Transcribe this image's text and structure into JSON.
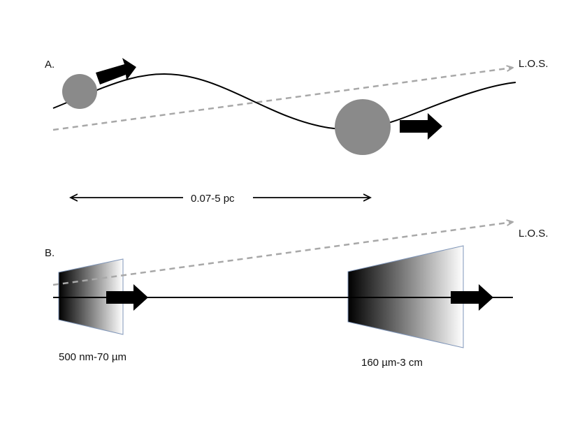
{
  "panel_a": {
    "label": "A.",
    "los_label": "L.O.S."
  },
  "scale_bar": {
    "label": "0.07-5 pc"
  },
  "panel_b": {
    "label": "B.",
    "los_label": "L.O.S.",
    "left_cone_label": "500 nm-70 µm",
    "right_cone_label": "160 µm-3 cm"
  },
  "colors": {
    "sphere_fill": "#8a8a8a",
    "los_dash": "#a8a8a8",
    "arrow_fill": "#000000",
    "cone_edge": "#7f95b8",
    "line": "#000000"
  }
}
